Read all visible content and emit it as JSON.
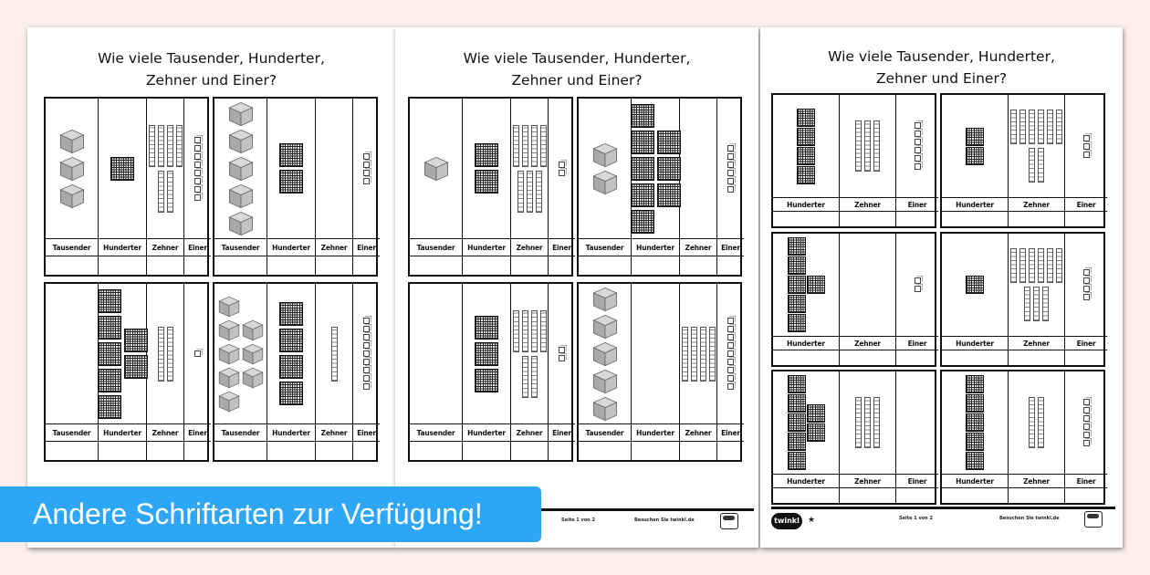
{
  "sheets": [
    {
      "title_line1": "Wie viele Tausender, Hunderter,",
      "title_line2": "Zehner und Einer?",
      "columns": [
        "Tausender",
        "Hunderter",
        "Zehner",
        "Einer"
      ],
      "panels": [
        {
          "counts": [
            3,
            1,
            6,
            8
          ]
        },
        {
          "counts": [
            5,
            2,
            0,
            4
          ]
        },
        {
          "counts": [
            0,
            7,
            2,
            1
          ]
        },
        {
          "counts": [
            8,
            4,
            1,
            9
          ]
        }
      ]
    },
    {
      "title_line1": "Wie viele Tausender, Hunderter,",
      "title_line2": "Zehner und Einer?",
      "columns": [
        "Tausender",
        "Hunderter",
        "Zehner",
        "Einer"
      ],
      "panels": [
        {
          "counts": [
            1,
            2,
            7,
            2
          ]
        },
        {
          "counts": [
            2,
            8,
            0,
            6
          ]
        },
        {
          "counts": [
            0,
            3,
            6,
            2
          ]
        },
        {
          "counts": [
            5,
            0,
            4,
            9
          ]
        }
      ],
      "footer": {
        "page": "Seite 1 von 2",
        "visit": "Besuchen Sie twinkl.de"
      }
    },
    {
      "title_line1": "Wie viele Tausender, Hunderter,",
      "title_line2": "Zehner und Einer?",
      "columns": [
        "Hunderter",
        "Zehner",
        "Einer"
      ],
      "panels": [
        {
          "counts": [
            4,
            3,
            6
          ]
        },
        {
          "counts": [
            2,
            8,
            3
          ]
        },
        {
          "counts": [
            6,
            0,
            2
          ]
        },
        {
          "counts": [
            1,
            9,
            4
          ]
        },
        {
          "counts": [
            7,
            3,
            0
          ]
        },
        {
          "counts": [
            5,
            2,
            6
          ]
        }
      ],
      "footer": {
        "logo": "twinkl",
        "page": "Seite 1 von 2",
        "visit": "Besuchen Sie twinkl.de"
      }
    }
  ],
  "banner": {
    "text": "Andere Schriftarten zur Verfügung!",
    "color": "#2ea6f6"
  }
}
